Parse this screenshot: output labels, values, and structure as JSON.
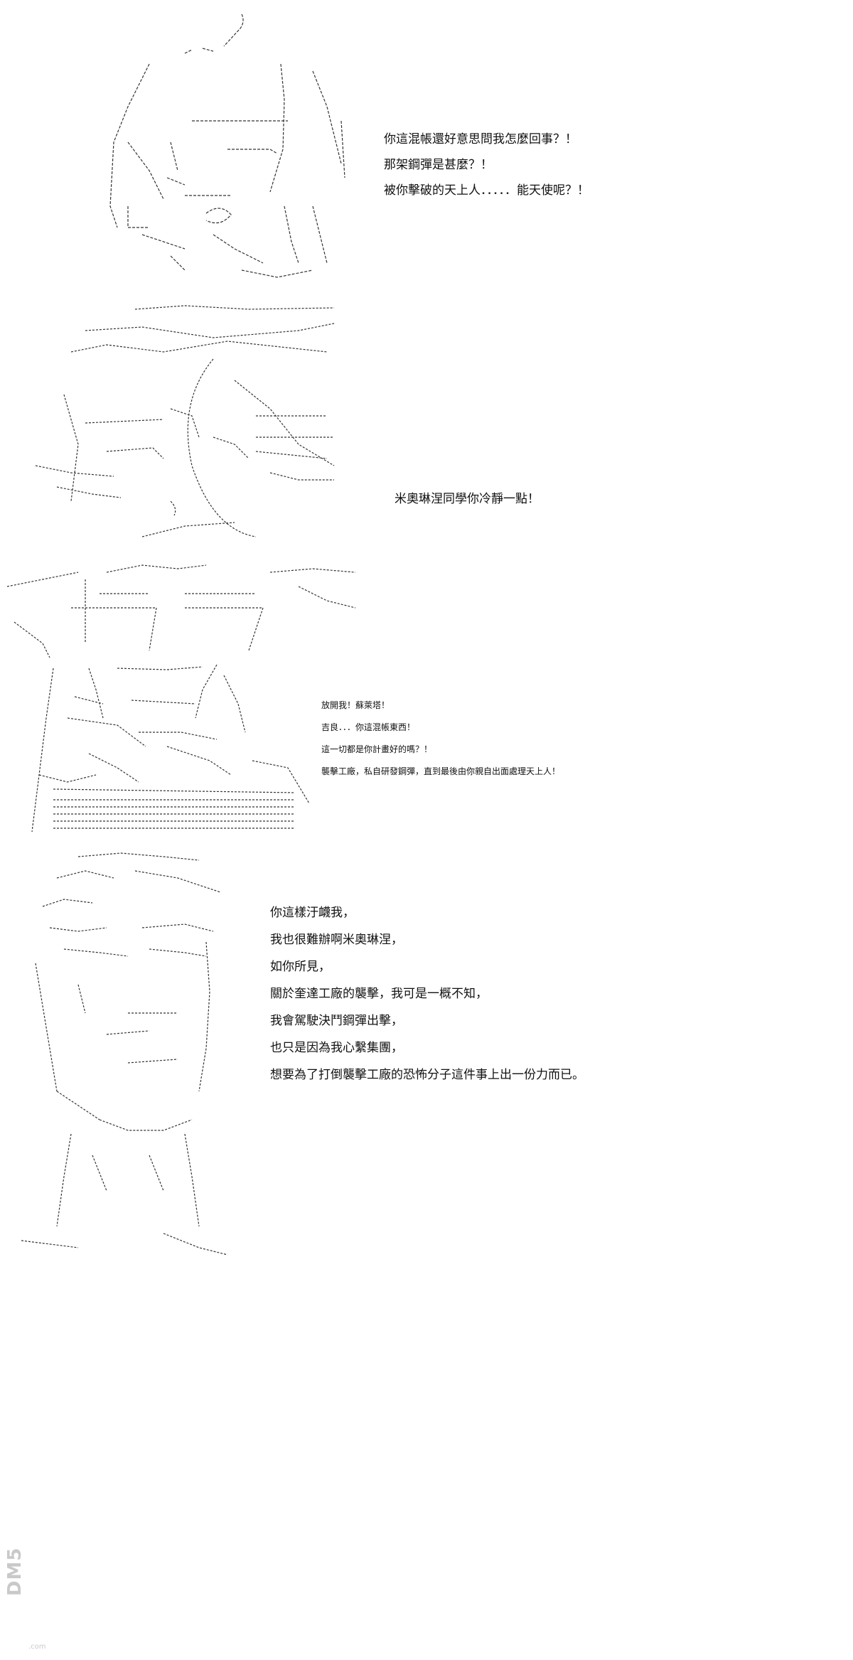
{
  "panels": [
    {
      "id": "panel-1",
      "lines": [
        "你這混帳還好意思問我怎麼回事？！",
        "那架鋼彈是甚麼？！",
        "被你擊破的天上人．．．．．能天使呢？！"
      ]
    },
    {
      "id": "panel-2",
      "lines": [
        "米奧琳涅同學你冷靜一點！"
      ]
    },
    {
      "id": "panel-3",
      "lines": [
        "放開我！蘇萊塔！",
        "吉良．．．你這混帳東西！",
        "這一切都是你計畫好的嗎？！",
        "襲擊工廠，私自研發鋼彈，直到最後由你親自出面處理天上人！"
      ]
    },
    {
      "id": "panel-4",
      "lines": [
        "你這樣汙衊我，",
        "我也很難辦啊米奧琳涅，",
        "如你所見，",
        "關於奎達工廠的襲擊，我可是一概不知，",
        "我會駕駛決鬥鋼彈出擊，",
        "也只是因為我心繫集團，",
        "想要為了打倒襲擊工廠的恐怖分子這件事上出一份力而已。"
      ]
    }
  ],
  "watermark": {
    "text": "DM5",
    "small": ".com"
  },
  "colors": {
    "background": "#ffffff",
    "ink": "#111111",
    "watermark": "#c9c9c9"
  }
}
